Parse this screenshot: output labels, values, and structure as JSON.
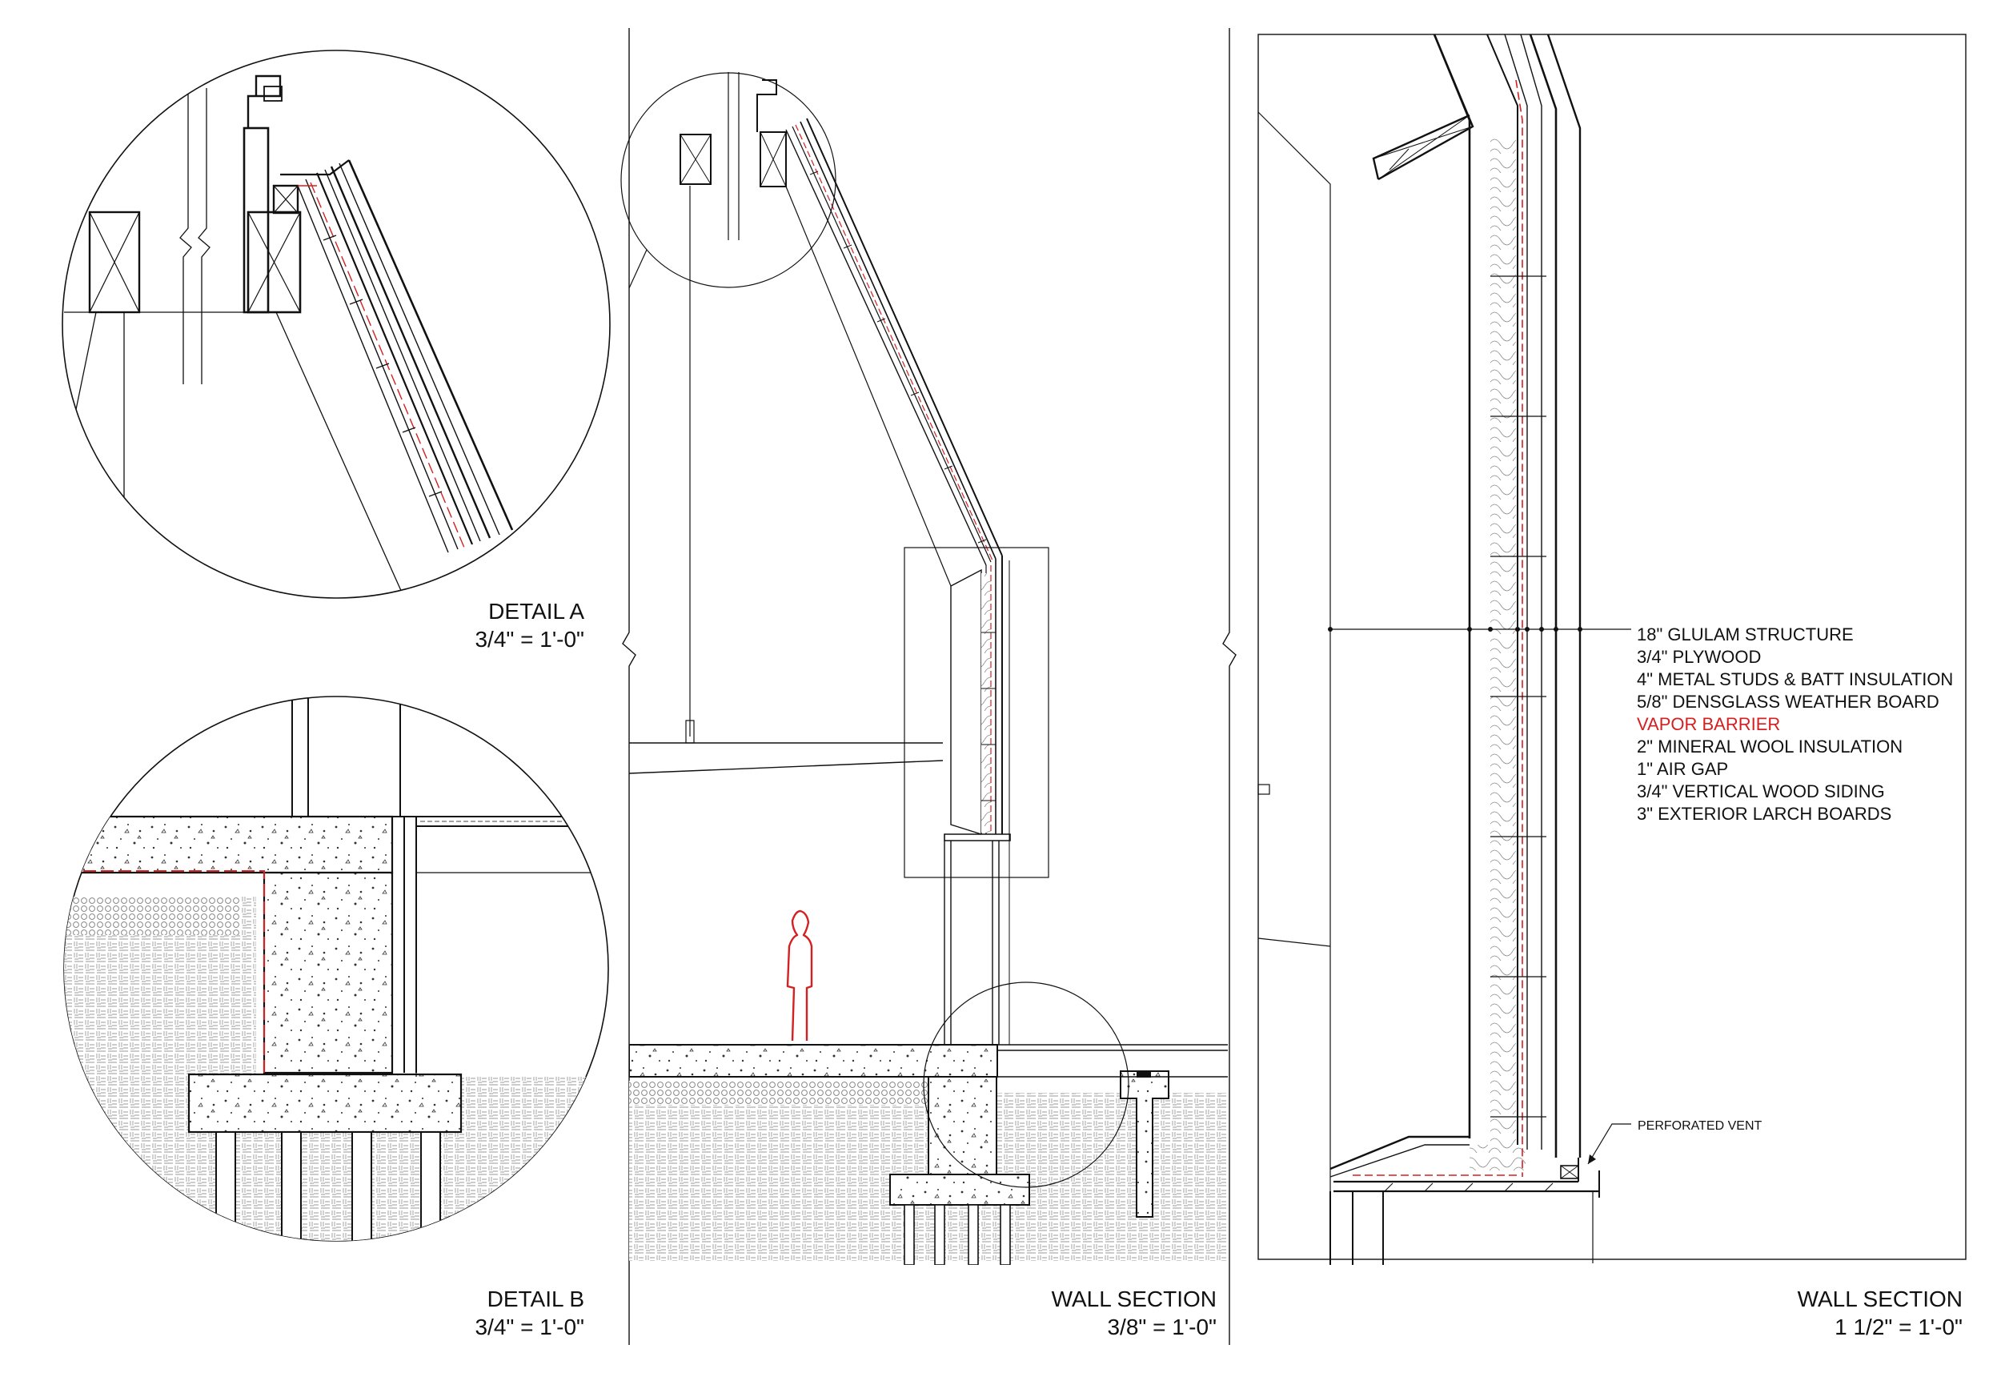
{
  "titles": {
    "detail_a": "DETAIL A",
    "detail_a_scale": "3/4\" = 1'-0\"",
    "detail_b": "DETAIL B",
    "detail_b_scale": "3/4\" = 1'-0\"",
    "section_mid": "WALL SECTION",
    "section_mid_scale": "3/8\" = 1'-0\"",
    "section_right": "WALL SECTION",
    "section_right_scale": "1 1/2\" = 1'-0\""
  },
  "layers": [
    {
      "text": "18\" GLULAM STRUCTURE",
      "highlight": false
    },
    {
      "text": "3/4\" PLYWOOD",
      "highlight": false
    },
    {
      "text": "4\" METAL STUDS & BATT INSULATION",
      "highlight": false
    },
    {
      "text": "5/8\" DENSGLASS WEATHER BOARD",
      "highlight": false
    },
    {
      "text": "VAPOR BARRIER",
      "highlight": true
    },
    {
      "text": "2\" MINERAL WOOL INSULATION",
      "highlight": false
    },
    {
      "text": "1\" AIR GAP",
      "highlight": false
    },
    {
      "text": "3/4\" VERTICAL WOOD SIDING",
      "highlight": false
    },
    {
      "text": "3\" EXTERIOR LARCH BOARDS",
      "highlight": false
    }
  ],
  "vent_label": "PERFORATED VENT",
  "colors": {
    "line": "#111111",
    "vapor_barrier": "#d42020",
    "hatch": "#9a9a9a"
  }
}
